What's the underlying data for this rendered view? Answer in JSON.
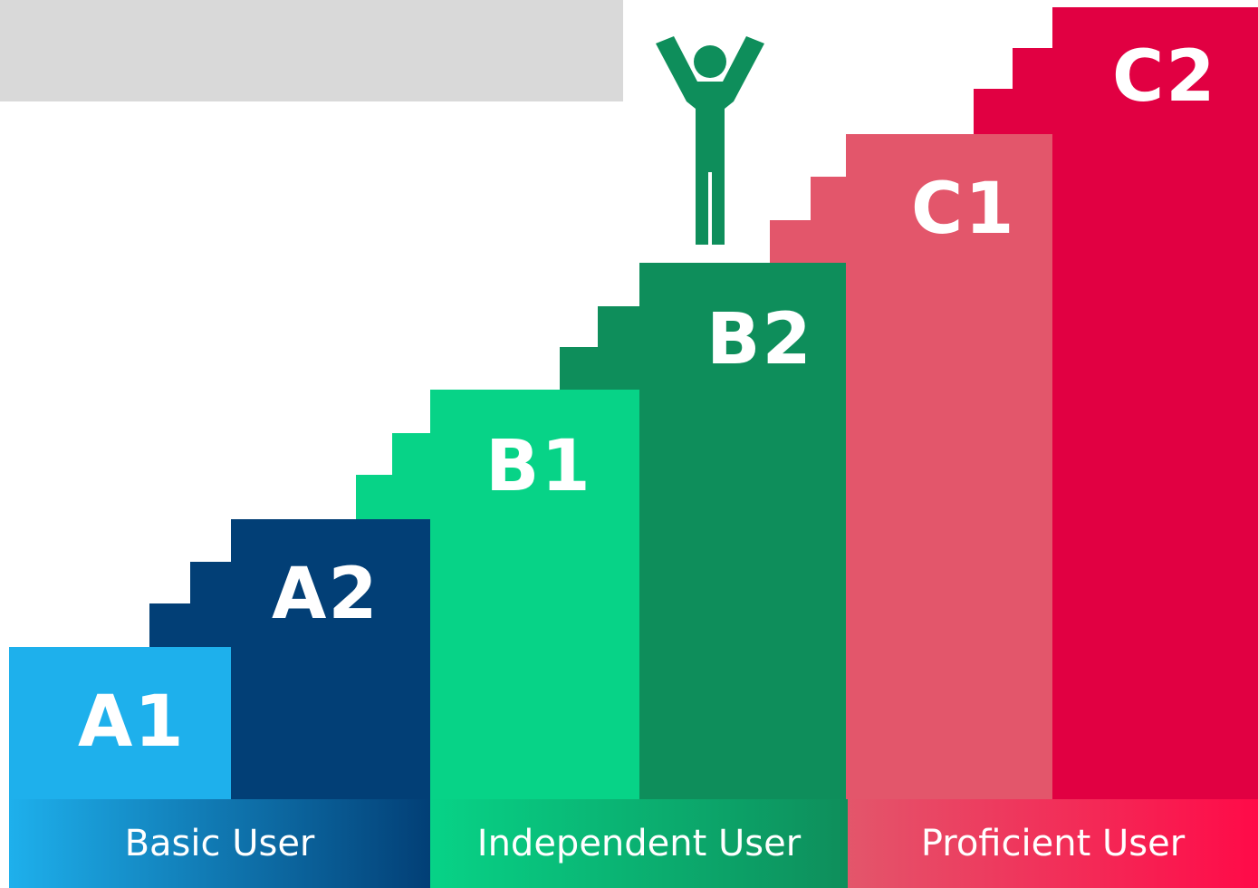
{
  "levels": [
    {
      "code": "A1",
      "color": "#1eb0ec"
    },
    {
      "code": "A2",
      "color": "#023f76"
    },
    {
      "code": "B1",
      "color": "#07d387"
    },
    {
      "code": "B2",
      "color": "#0e8e5b"
    },
    {
      "code": "C1",
      "color": "#e3566b"
    },
    {
      "code": "C2",
      "color": "#e10042"
    }
  ],
  "groups": [
    {
      "label": "Basic User",
      "colors": [
        "#1eb0ec",
        "#023f76"
      ]
    },
    {
      "label": "Independent User",
      "colors": [
        "#07d387",
        "#0e8e5b"
      ]
    },
    {
      "label": "Proficient User",
      "colors": [
        "#e3566b",
        "#ff0a48"
      ]
    }
  ],
  "figure": {
    "icon": "person-arms-raised-icon",
    "color": "#0e8e5b"
  }
}
